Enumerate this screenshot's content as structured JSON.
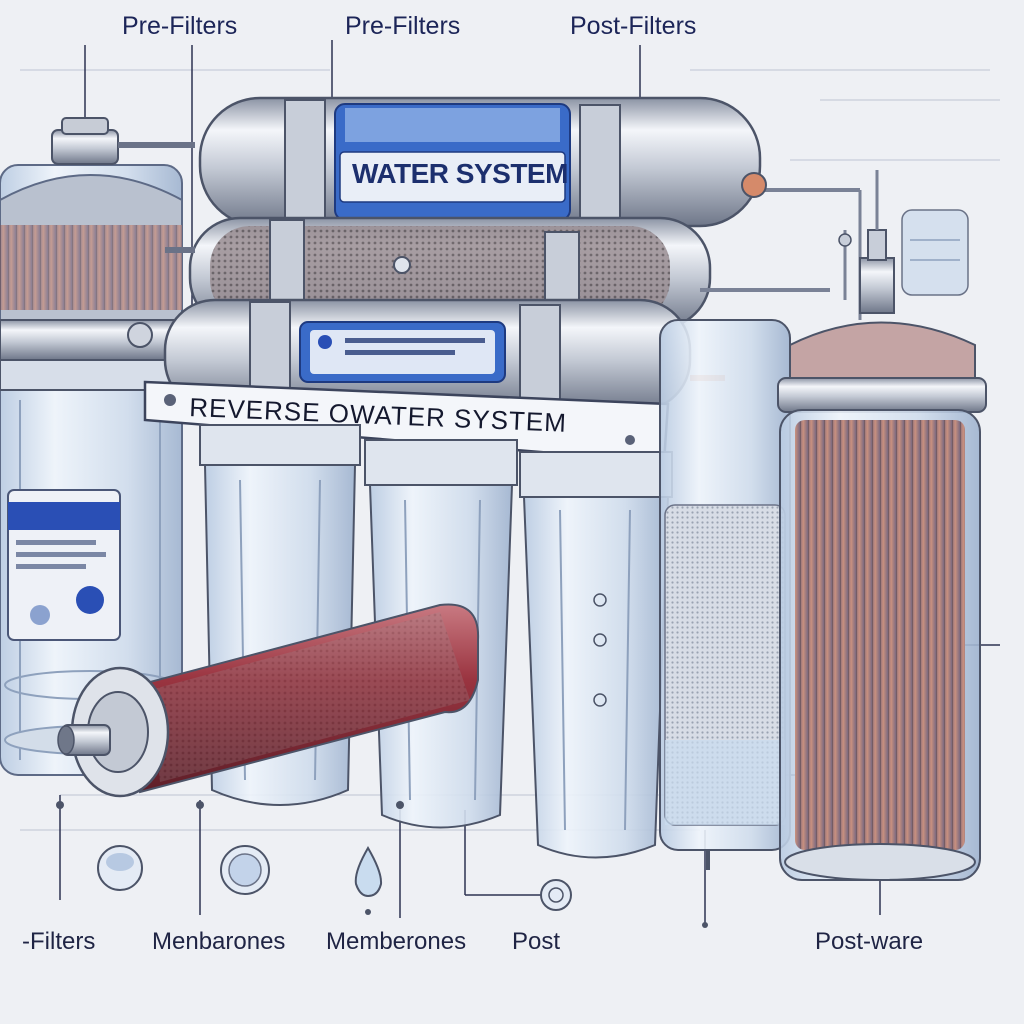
{
  "labels": {
    "top": [
      "Pre-Filters",
      "Pre-Filters",
      "Post-Filters"
    ],
    "bottom": [
      "-Filters",
      "Menbarones",
      "Memberones",
      "Post",
      "Post-ware"
    ]
  },
  "plaques": {
    "top_tube": "WATER SYSTEM",
    "main_banner": "REVERSE OWATER SYSTEM"
  },
  "colors": {
    "background": "#eef0f4",
    "ink": "#1c2558",
    "label_blue": "#2a4fb5",
    "membrane_red": "#8a2b34",
    "steel": "#c9ced8",
    "glass": "#c9dcef"
  },
  "icons": [
    "water-drop-icon",
    "lens-icon",
    "disc-icon",
    "ring-icon"
  ]
}
